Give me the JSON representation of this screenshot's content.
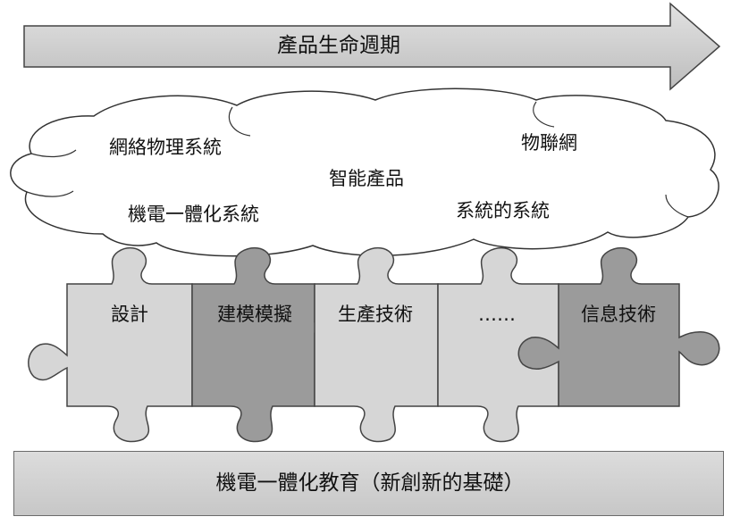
{
  "arrow": {
    "label": "產品生命週期"
  },
  "cloud": {
    "items": [
      "網絡物理系統",
      "物聯網",
      "智能產品",
      "機電一體化系統",
      "系統的系統"
    ]
  },
  "puzzle": {
    "pieces": [
      "設計",
      "建模模擬",
      "生產技術",
      "……",
      "信息技術"
    ]
  },
  "base": {
    "label": "機電一體化教育（新創新的基礎）"
  },
  "colors": {
    "light_piece": "#d6d6d6",
    "dark_piece": "#9b9b9b",
    "arrow_fill": "#c8c8c8",
    "outline": "#444444"
  }
}
